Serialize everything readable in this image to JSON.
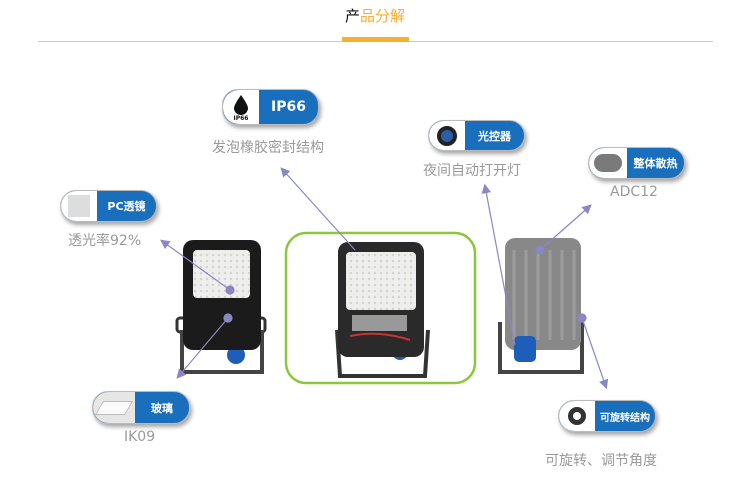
{
  "header": {
    "title_first": "产",
    "title_rest": "品分解"
  },
  "callouts": [
    {
      "label": "IP66",
      "caption": "发泡橡胶密封结构",
      "icon": "ip66-water-drop-icon",
      "icon_text": "IP66"
    },
    {
      "label": "PC透镜",
      "caption": "透光率92%",
      "icon": "lens-icon"
    },
    {
      "label": "光控器",
      "caption": "夜间自动打开灯",
      "icon": "photocell-sensor-icon"
    },
    {
      "label": "整体散热",
      "caption": "ADC12",
      "icon": "heatsink-icon"
    },
    {
      "label": "玻璃",
      "caption": "IK09",
      "icon": "glass-icon"
    },
    {
      "label": "可旋转结构",
      "caption": "可旋转、调节角度",
      "icon": "rotation-knob-icon"
    }
  ],
  "colors": {
    "accent": "#f3b12c",
    "pill": "#1a6fbd",
    "highlight": "#8cc63f",
    "arrow": "#8a87c4"
  }
}
